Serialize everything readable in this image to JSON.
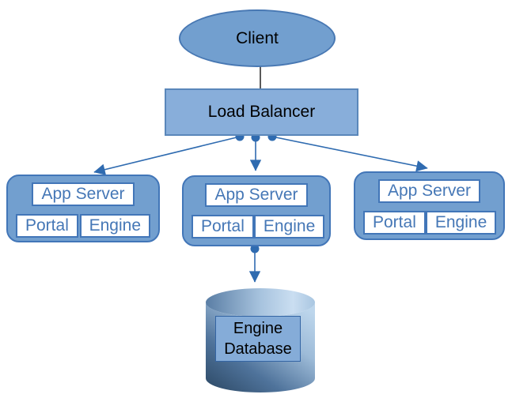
{
  "nodes": {
    "client": {
      "label": "Client",
      "shape": "ellipse"
    },
    "load_balancer": {
      "label": "Load Balancer",
      "shape": "rectangle"
    },
    "app_servers": [
      {
        "title": "App Server",
        "portal": "Portal",
        "engine": "Engine"
      },
      {
        "title": "App Server",
        "portal": "Portal",
        "engine": "Engine"
      },
      {
        "title": "App Server",
        "portal": "Portal",
        "engine": "Engine"
      }
    ],
    "database": {
      "label_line1": "Engine",
      "label_line2": "Database",
      "shape": "cylinder"
    }
  },
  "edges": [
    {
      "from": "client",
      "to": "load_balancer",
      "style": "plain-gray-line"
    },
    {
      "from": "load_balancer",
      "to": "app_server_1",
      "style": "dot-arrow"
    },
    {
      "from": "load_balancer",
      "to": "app_server_2",
      "style": "dot-arrow"
    },
    {
      "from": "load_balancer",
      "to": "app_server_3",
      "style": "dot-arrow"
    },
    {
      "from": "app_server_2",
      "to": "engine_database",
      "style": "dot-arrow"
    }
  ],
  "colors": {
    "node_fill": "#729fcf",
    "node_border": "#4276b8",
    "client_border": "#4878b3",
    "lb_fill": "#88aeda",
    "lb_border": "#5a87ba",
    "inner_box_fill": "#ffffff",
    "inner_text_blue": "#4577b6",
    "connector_blue": "#2f6bb0",
    "client_line_gray": "#5a5a5a",
    "db_label_fill": "#85acd8",
    "db_label_border": "#3465a4",
    "cylinder_dark": "#2b4763",
    "cylinder_mid": "#4f739b",
    "cylinder_light": "#bdd6ec"
  }
}
